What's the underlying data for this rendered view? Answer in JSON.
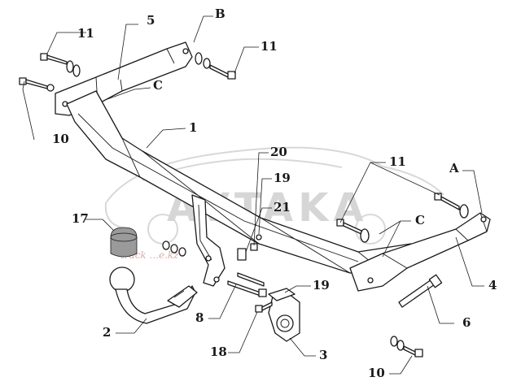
{
  "watermark": {
    "brand": "AVTAKA",
    "subtitle": "track ...e.kz"
  },
  "callouts": {
    "c1": "1",
    "c2": "2",
    "c3": "3",
    "c4": "4",
    "c5": "5",
    "c6": "6",
    "c8": "8",
    "c10a": "10",
    "c10b": "10",
    "c11a": "11",
    "c11b": "11",
    "c11c": "11",
    "c17": "17",
    "c18": "18",
    "c19a": "19",
    "c19b": "19",
    "c20": "20",
    "c21": "21",
    "cA": "A",
    "cB": "B",
    "cC1": "C",
    "cC2": "C"
  }
}
